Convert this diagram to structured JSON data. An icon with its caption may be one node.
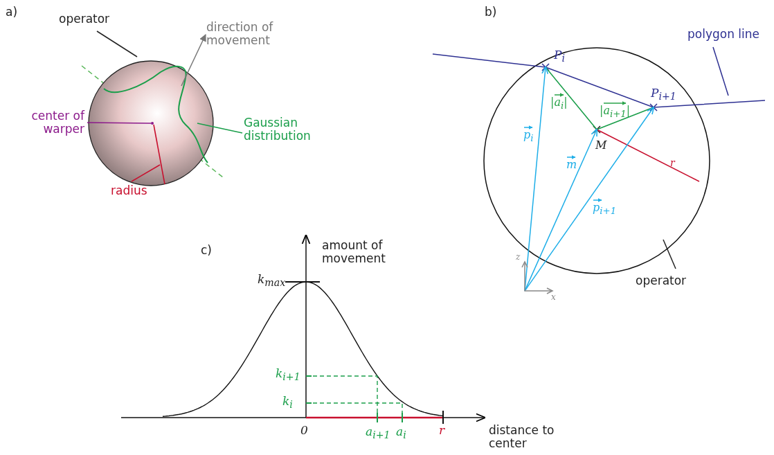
{
  "diagram": {
    "nodes": [
      {
        "text": [
          "operator"
        ]
      },
      {
        "text": [],
        "shape": "circle"
      },
      {
        "text": [
          "center of warper"
        ]
      },
      {
        "text": [
          "Gaussian distribution"
        ]
      },
      {
        "text": [
          "radius"
        ]
      },
      {
        "text": [
          "polygon line"
        ]
      },
      {
        "text": [
          "operator"
        ]
      },
      {
        "text": [],
        "shape": "circle"
      }
    ],
    "edges": [
      {
        "from": 0,
        "to": 1,
        "arrow": "none"
      },
      {
        "from": 2,
        "to": 1,
        "arrow": "none",
        "color": "#8b1a8b"
      },
      {
        "from": 3,
        "to": 1,
        "arrow": "none",
        "color": "#1a9e4a"
      },
      {
        "from": 4,
        "to": 1,
        "arrow": "none",
        "color": "#c8102e"
      },
      {
        "from": 5,
        "to": null,
        "arrow": "none",
        "color": "#2e3192"
      },
      {
        "from": 6,
        "to": 7,
        "arrow": "none"
      }
    ],
    "labels": [
      "a)",
      "direction of movement",
      "b)",
      "P$_{i}$",
      "P$_{i+1}$",
      "|a$_{i}$|",
      "|a$_{i+1}$|",
      "M",
      "p$_{i}$",
      "r",
      "m",
      "p$_{i+1}$",
      "z",
      "x",
      "c)",
      "amount of movement",
      "k$_{max}$",
      "k$_{i+1}$",
      "k$_{i}$",
      "0",
      "a$_{i+1}$",
      "a$_{i}$",
      "r",
      "distance to center"
    ]
  }
}
